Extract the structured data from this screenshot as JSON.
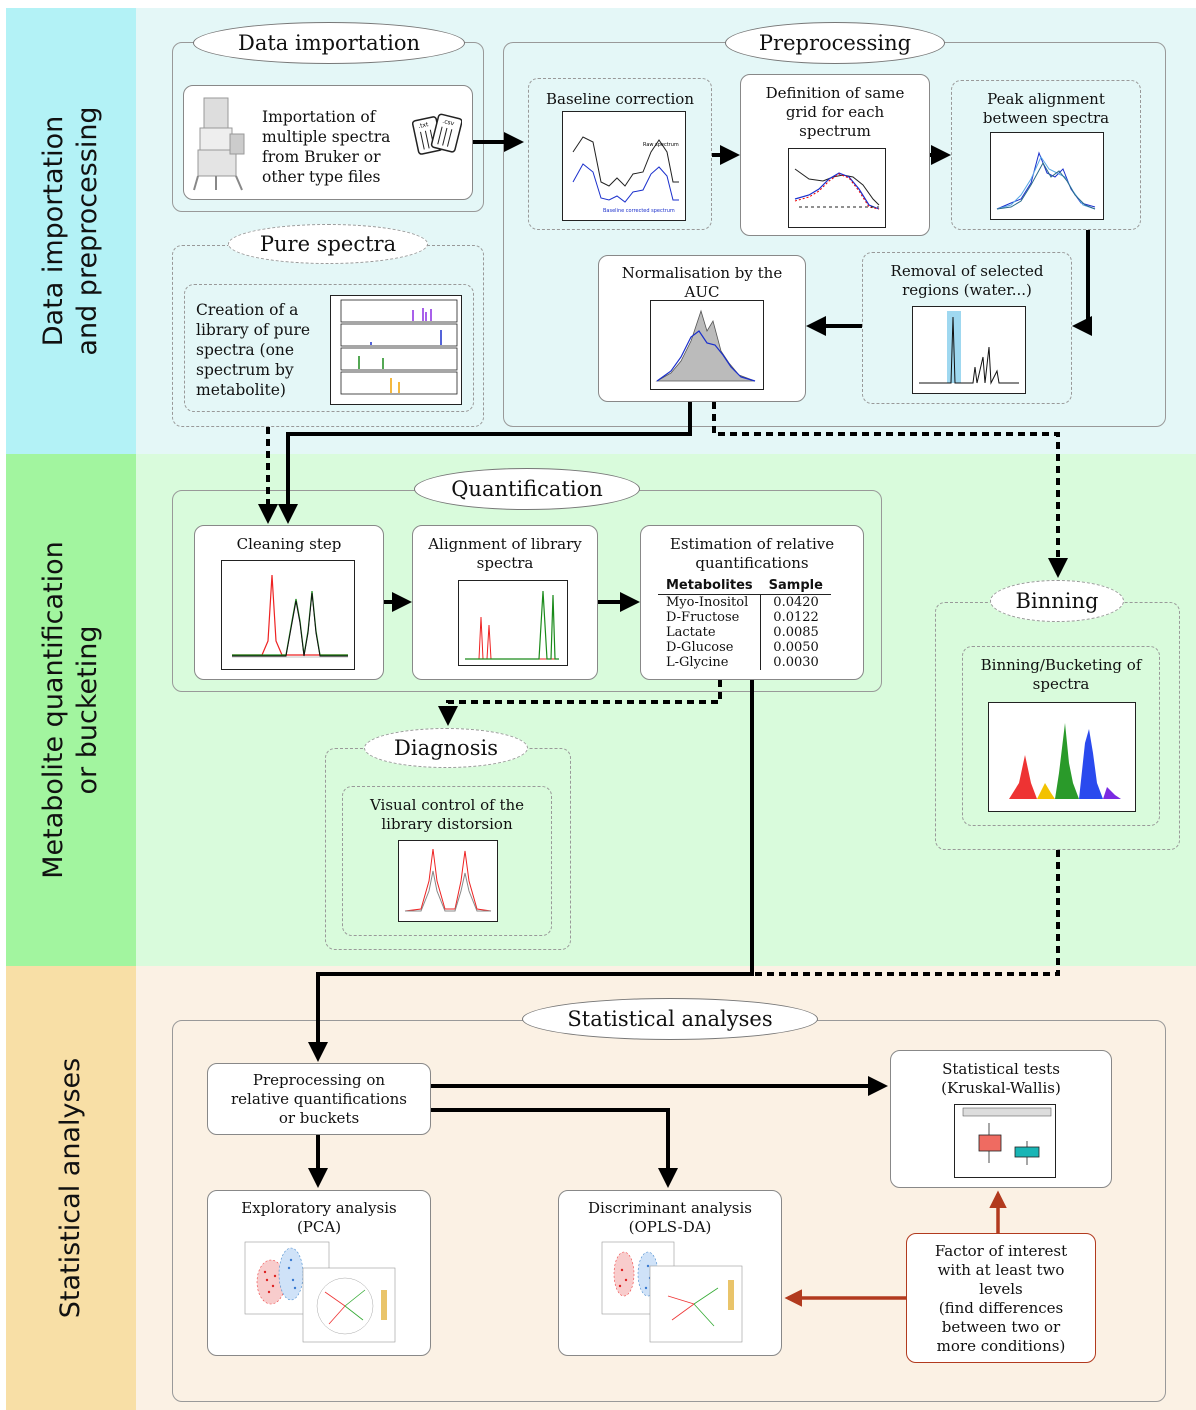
{
  "sections": [
    {
      "label_line1": "Data importation",
      "label_line2": "and preprocessing",
      "bg": "#e4f7f7",
      "side_bg": "#b3f2f6"
    },
    {
      "label_line1": "Metabolite quantification",
      "label_line2": "or bucketing",
      "bg": "#d9fbdc",
      "side_bg": "#a2f59f"
    },
    {
      "label_line1": "Statistical analyses",
      "label_line2": "",
      "bg": "#fbf1e4",
      "side_bg": "#f8dfa6"
    }
  ],
  "import": {
    "title": "Data importation",
    "text": [
      "Importation of",
      "multiple spectra",
      "from Bruker or",
      "other type files"
    ],
    "file_labels": [
      ".txt",
      ".csv"
    ]
  },
  "pure": {
    "title": "Pure spectra",
    "text": [
      "Creation of a",
      "library of pure",
      "spectra (one",
      "spectrum by",
      "metabolite)"
    ]
  },
  "preprocessing": {
    "title": "Preprocessing",
    "baseline": [
      "Baseline correction"
    ],
    "grid": [
      "Definition of same",
      "grid for each",
      "spectrum"
    ],
    "peak": [
      "Peak alignment",
      "between spectra"
    ],
    "removal": [
      "Removal of selected",
      "regions (water...)"
    ],
    "norm": [
      "Normalisation by the",
      "AUC"
    ]
  },
  "quantification": {
    "title": "Quantification",
    "cleaning": [
      "Cleaning step"
    ],
    "alignment": [
      "Alignment of library",
      "spectra"
    ],
    "estimation": [
      "Estimation of relative",
      "quantifications"
    ],
    "table": {
      "headers": [
        "Metabolites",
        "Sample"
      ],
      "rows": [
        [
          "Myo-Inositol",
          "0.0420"
        ],
        [
          "D-Fructose",
          "0.0122"
        ],
        [
          "Lactate",
          "0.0085"
        ],
        [
          "D-Glucose",
          "0.0050"
        ],
        [
          "L-Glycine",
          "0.0030"
        ]
      ]
    }
  },
  "diagnosis": {
    "title": "Diagnosis",
    "text": [
      "Visual control of the",
      "library distorsion"
    ]
  },
  "binning": {
    "title": "Binning",
    "text": [
      "Binning/Bucketing of",
      "spectra"
    ]
  },
  "stats": {
    "title": "Statistical analyses",
    "prep": [
      "Preprocessing on",
      "relative quantifications",
      "or buckets"
    ],
    "tests": [
      "Statistical tests",
      "(Kruskal-Wallis)"
    ],
    "pca": [
      "Exploratory analysis",
      "(PCA)"
    ],
    "opls": [
      "Discriminant analysis",
      "(OPLS-DA)"
    ],
    "factor": [
      "Factor of interest",
      "with at least two",
      "levels",
      "(find differences",
      "between two or",
      "more conditions)"
    ]
  },
  "colors": {
    "arrow": "#000000",
    "factor_arrow": "#b23a1e",
    "factor_border": "#b23a1e"
  }
}
